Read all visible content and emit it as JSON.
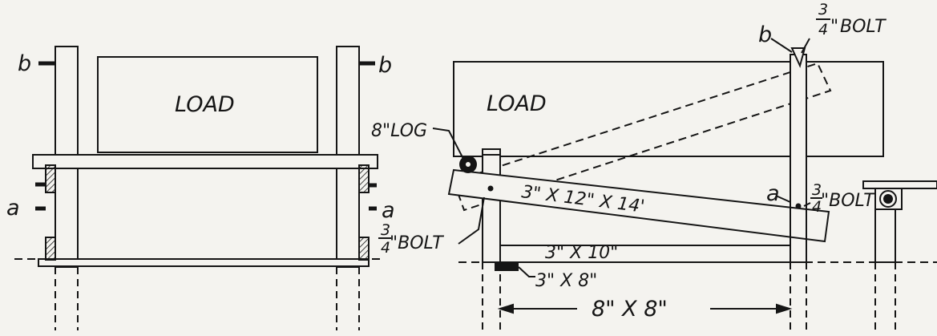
{
  "left_view": {
    "load_label": "LOAD",
    "marker_b_left": "b",
    "marker_b_right": "b",
    "marker_a_left": "a",
    "marker_a_right": "a"
  },
  "right_view": {
    "load_label": "LOAD",
    "log_label": "8\"LOG",
    "bolt_top_label": "BOLT",
    "bolt_top_fraction_num": "3",
    "bolt_top_fraction_den": "4",
    "bolt_top_inch": "\"",
    "marker_b": "b",
    "marker_a": "a",
    "bolt_mid_fraction_num": "3",
    "bolt_mid_fraction_den": "4",
    "bolt_mid_label": "\"BOLT",
    "bolt_low_fraction_num": "3",
    "bolt_low_fraction_den": "4",
    "bolt_low_label": "\"BOLT",
    "beam_label": "3\" X 12\" X 14'",
    "crossbar_label": "3\" X 10\"",
    "sill_label": "3\" X 8\"",
    "span_label": "8\" X 8\""
  },
  "colors": {
    "ink": "#151515",
    "paper": "#f4f3ef"
  }
}
